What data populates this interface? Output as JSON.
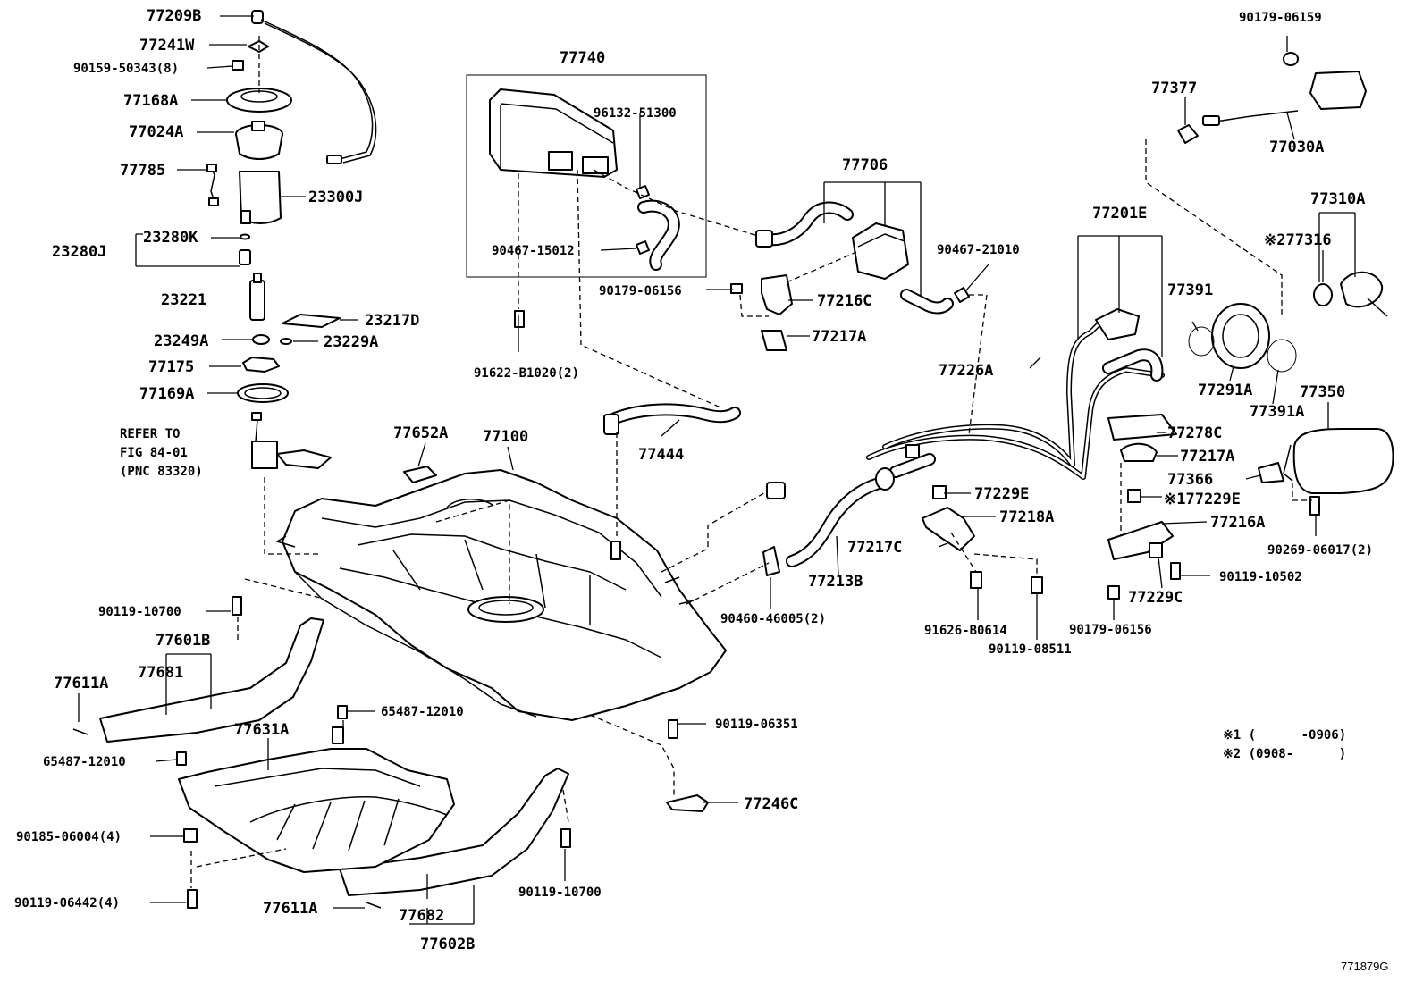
{
  "diagram": {
    "figure_code": "771879G",
    "refer_note": [
      "REFER TO",
      "FIG 84-01",
      "(PNC 83320)"
    ],
    "notes": [
      "※1 (      -0906)",
      "※2 (0908-      )"
    ],
    "labels": [
      {
        "id": "77209B",
        "text": "77209B"
      },
      {
        "id": "77241W",
        "text": "77241W"
      },
      {
        "id": "90159-50343",
        "text": "90159-50343(8)"
      },
      {
        "id": "77168A",
        "text": "77168A"
      },
      {
        "id": "77024A",
        "text": "77024A"
      },
      {
        "id": "77785",
        "text": "77785"
      },
      {
        "id": "23300J",
        "text": "23300J"
      },
      {
        "id": "23280K",
        "text": "23280K"
      },
      {
        "id": "23280J",
        "text": "23280J"
      },
      {
        "id": "23221",
        "text": "23221"
      },
      {
        "id": "23217D",
        "text": "23217D"
      },
      {
        "id": "23249A",
        "text": "23249A"
      },
      {
        "id": "23229A",
        "text": "23229A"
      },
      {
        "id": "77175",
        "text": "77175"
      },
      {
        "id": "77169A",
        "text": "77169A"
      },
      {
        "id": "77740",
        "text": "77740"
      },
      {
        "id": "96132-51300",
        "text": "96132-51300"
      },
      {
        "id": "90467-15012",
        "text": "90467-15012"
      },
      {
        "id": "91622-B1020",
        "text": "91622-B1020(2)"
      },
      {
        "id": "77706",
        "text": "77706"
      },
      {
        "id": "90179-06156-a",
        "text": "90179-06156"
      },
      {
        "id": "77216C",
        "text": "77216C"
      },
      {
        "id": "77217A-a",
        "text": "77217A"
      },
      {
        "id": "90467-21010",
        "text": "90467-21010"
      },
      {
        "id": "77652A",
        "text": "77652A"
      },
      {
        "id": "77100",
        "text": "77100"
      },
      {
        "id": "77444",
        "text": "77444"
      },
      {
        "id": "90179-06159",
        "text": "90179-06159"
      },
      {
        "id": "77377",
        "text": "77377"
      },
      {
        "id": "77030A",
        "text": "77030A"
      },
      {
        "id": "77201E",
        "text": "77201E"
      },
      {
        "id": "77310A",
        "text": "77310A"
      },
      {
        "id": "277316",
        "text": "※277316"
      },
      {
        "id": "77391",
        "text": "77391"
      },
      {
        "id": "77226A",
        "text": "77226A"
      },
      {
        "id": "77291A",
        "text": "77291A"
      },
      {
        "id": "77391A",
        "text": "77391A"
      },
      {
        "id": "77350",
        "text": "77350"
      },
      {
        "id": "77278C",
        "text": "77278C"
      },
      {
        "id": "77217A-b",
        "text": "77217A"
      },
      {
        "id": "77366",
        "text": "77366"
      },
      {
        "id": "77229E",
        "text": "77229E"
      },
      {
        "id": "177229E",
        "text": "※177229E"
      },
      {
        "id": "77218A",
        "text": "77218A"
      },
      {
        "id": "77216A",
        "text": "77216A"
      },
      {
        "id": "77217C",
        "text": "77217C"
      },
      {
        "id": "90269-06017",
        "text": "90269-06017(2)"
      },
      {
        "id": "77213B",
        "text": "77213B"
      },
      {
        "id": "90119-10502",
        "text": "90119-10502"
      },
      {
        "id": "77229C",
        "text": "77229C"
      },
      {
        "id": "90460-46005",
        "text": "90460-46005(2)"
      },
      {
        "id": "91626-B0614",
        "text": "91626-B0614"
      },
      {
        "id": "90179-06156-b",
        "text": "90179-06156"
      },
      {
        "id": "90119-08511",
        "text": "90119-08511"
      },
      {
        "id": "90119-10700-a",
        "text": "90119-10700"
      },
      {
        "id": "77601B",
        "text": "77601B"
      },
      {
        "id": "77681",
        "text": "77681"
      },
      {
        "id": "77611A-a",
        "text": "77611A"
      },
      {
        "id": "65487-12010-a",
        "text": "65487-12010"
      },
      {
        "id": "90119-06351",
        "text": "90119-06351"
      },
      {
        "id": "77631A",
        "text": "77631A"
      },
      {
        "id": "65487-12010-b",
        "text": "65487-12010"
      },
      {
        "id": "77246C",
        "text": "77246C"
      },
      {
        "id": "90185-06004",
        "text": "90185-06004(4)"
      },
      {
        "id": "90119-06442",
        "text": "90119-06442(4)"
      },
      {
        "id": "77611A-b",
        "text": "77611A"
      },
      {
        "id": "77682",
        "text": "77682"
      },
      {
        "id": "90119-10700-b",
        "text": "90119-10700"
      },
      {
        "id": "77602B",
        "text": "77602B"
      }
    ]
  }
}
